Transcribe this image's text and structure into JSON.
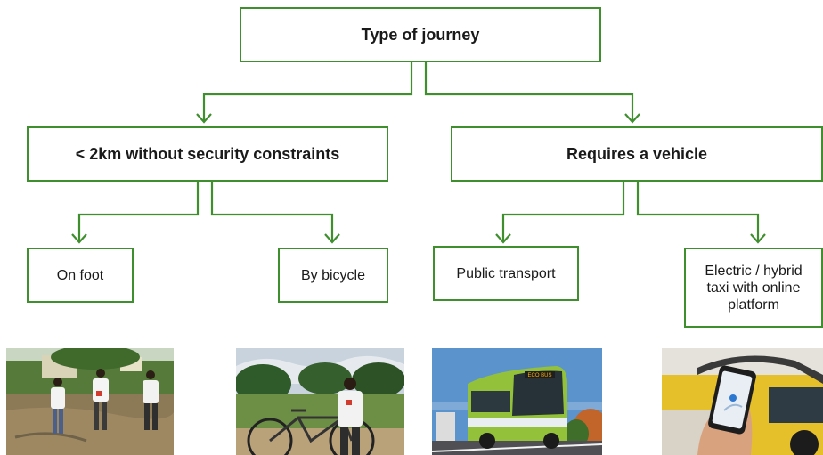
{
  "diagram": {
    "root": {
      "label": "Type of journey"
    },
    "branches": [
      {
        "label": "< 2km without security constraints",
        "options": [
          {
            "label": "On foot",
            "photo": "walking-photo"
          },
          {
            "label": "By bicycle",
            "photo": "bicycle-photo"
          }
        ]
      },
      {
        "label": "Requires a vehicle",
        "options": [
          {
            "label": "Public transport",
            "photo": "bus-photo"
          },
          {
            "label": "Electric / hybrid taxi with online platform",
            "photo": "taxi-app-photo"
          }
        ]
      }
    ],
    "photo_texts": {
      "bus_destination": "ECO BUS"
    }
  },
  "colors": {
    "accent": "#3f8f2f",
    "text": "#1a1a1a",
    "background": "#ffffff"
  }
}
